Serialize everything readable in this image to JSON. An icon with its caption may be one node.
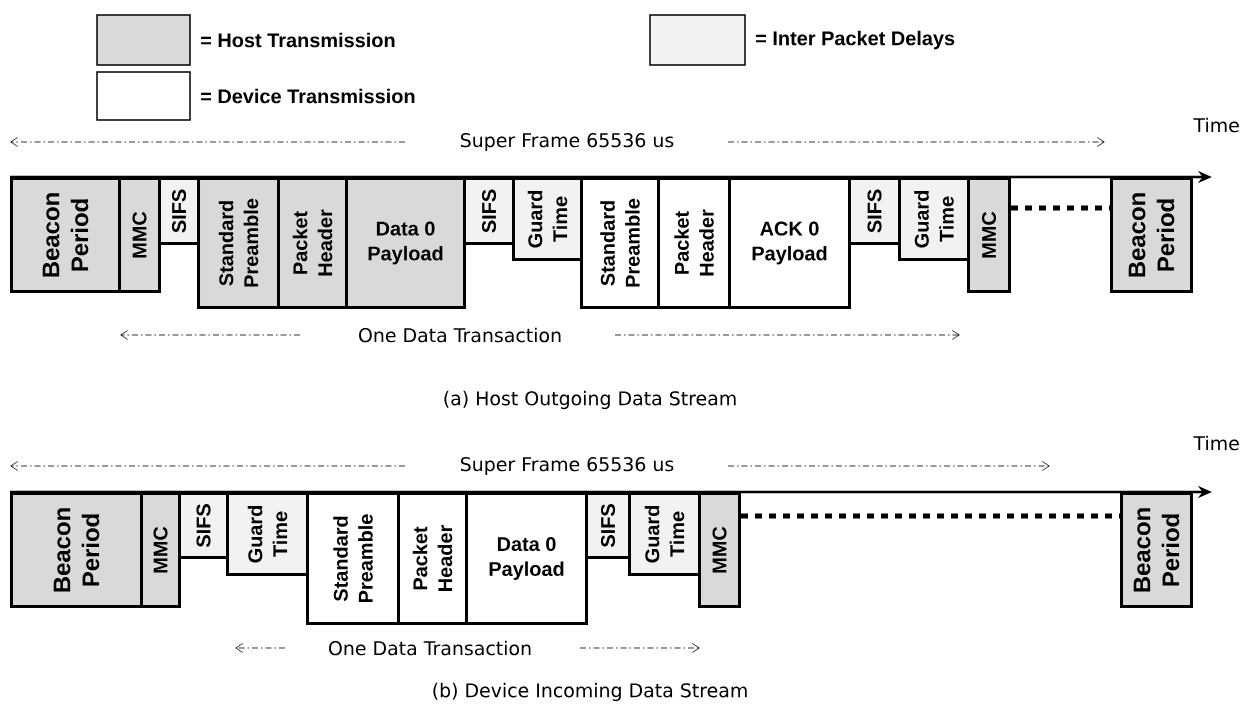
{
  "diagram": {
    "nodes": [
      {
        "text": [
          "Beacon Period"
        ]
      },
      {
        "text": [
          "MMC"
        ]
      },
      {
        "text": [
          "SIFS"
        ]
      },
      {
        "text": [
          "Standard Preamble"
        ]
      },
      {
        "text": [
          "Packet Header"
        ]
      },
      {
        "text": [
          "Data 0 Payload"
        ]
      },
      {
        "text": [
          "SIFS"
        ]
      },
      {
        "text": [
          "Guard Time"
        ]
      },
      {
        "text": [
          "Standard Preamble"
        ]
      },
      {
        "text": [
          "Packet Header"
        ]
      },
      {
        "text": [
          "ACK 0 Payload"
        ]
      },
      {
        "text": [
          "SIFS"
        ]
      },
      {
        "text": [
          "Guard Time"
        ]
      },
      {
        "text": [
          "MMC"
        ]
      },
      {
        "text": [
          "Beacon Period"
        ]
      },
      {
        "text": [
          "Beacon Period"
        ]
      },
      {
        "text": [
          "MMC"
        ]
      },
      {
        "text": [
          "SIFS"
        ]
      },
      {
        "text": [
          "Guard Time"
        ]
      },
      {
        "text": [
          "Standard Preamble"
        ]
      },
      {
        "text": [
          "Packet Header"
        ]
      },
      {
        "text": [
          "Data 0 Payload"
        ]
      },
      {
        "text": [
          "SIFS"
        ]
      },
      {
        "text": [
          "Guard Time"
        ]
      },
      {
        "text": [
          "MMC"
        ]
      },
      {
        "text": [
          "Beacon Period"
        ]
      }
    ],
    "edges": [
      {
        "from": 13,
        "to": 14,
        "arrow": "none",
        "style": "dashed"
      },
      {
        "from": 24,
        "to": 25,
        "arrow": "none",
        "style": "dashed"
      }
    ],
    "labels": [
      "Time",
      "Super Frame 65536 us",
      "One Data Transaction",
      "(a) Host Outgoing Data Stream",
      "Time",
      "Super Frame 65536 us",
      "One Data Transaction",
      "(b) Device Incoming Data Stream"
    ],
    "legend": [
      {
        "text": "= Host Transmission",
        "color": "#d9d9d9"
      },
      {
        "text": "= Inter Packet Delays",
        "color": "#f2f2f2"
      },
      {
        "text": "= Device Transmission"
      }
    ]
  }
}
